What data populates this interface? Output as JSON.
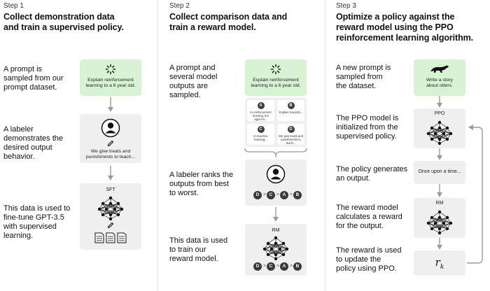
{
  "columns": [
    {
      "step": "Step 1",
      "title": [
        "Collect demonstration data",
        "and train a supervised policy."
      ],
      "rows": [
        [
          "A prompt is",
          "sampled from our",
          "prompt dataset."
        ],
        [
          "A labeler",
          "demonstrates the",
          "desired output",
          "behavior."
        ],
        [
          "This data is used to",
          "fine-tune GPT-3.5",
          "with supervised",
          "learning."
        ]
      ],
      "prompt_box": [
        "Explain reinforcement",
        "learning to a 6 year old."
      ],
      "labeler_box": [
        "We give treats and",
        "punishments to teach..."
      ],
      "model_label": "SFT"
    },
    {
      "step": "Step 2",
      "title": [
        "Collect comparison data and",
        "train a reward model."
      ],
      "rows": [
        [
          "A prompt and",
          "several model",
          "outputs are",
          "sampled."
        ],
        [
          "A labeler ranks the",
          "outputs from best",
          "to worst."
        ],
        [
          "This data is used",
          "to train our",
          "reward model."
        ]
      ],
      "prompt_box": [
        "Explain reinforcement",
        "learning to a 6 year old."
      ],
      "outputs": [
        {
          "letter": "A",
          "text": [
            "In reinforcement",
            "learning, the",
            "agent is..."
          ]
        },
        {
          "letter": "B",
          "text": [
            "Explain rewards..."
          ]
        },
        {
          "letter": "C",
          "text": [
            "In machine",
            "learning..."
          ]
        },
        {
          "letter": "D",
          "text": [
            "We give treats and",
            "punishments to",
            "teach..."
          ]
        }
      ],
      "ranking": [
        "D",
        "C",
        "A",
        "B"
      ],
      "model_label": "RM"
    },
    {
      "step": "Step 3",
      "title": [
        "Optimize a policy against the",
        "reward model using the PPO",
        "reinforcement learning algorithm."
      ],
      "rows": [
        [
          "A new prompt is",
          "sampled from",
          "the dataset."
        ],
        [
          "The PPO model is",
          "initialized from the",
          "supervised policy."
        ],
        [
          "The policy generates",
          "an output."
        ],
        [
          "The reward model",
          "calculates a reward",
          "for the output."
        ],
        [
          "The reward is used",
          "to update the",
          "policy using PPO."
        ]
      ],
      "prompt_box": [
        "Write a story",
        "about otters."
      ],
      "ppo_label": "PPO",
      "output_text": "Once upon a time...",
      "rm_label": "RM",
      "reward_symbol": "r",
      "reward_subscript": "k"
    }
  ],
  "colors": {
    "green_box": "#d8f3d4",
    "gray_box": "#efefef",
    "arrow": "#9a9a9a",
    "dark": "#3a3a3a"
  }
}
